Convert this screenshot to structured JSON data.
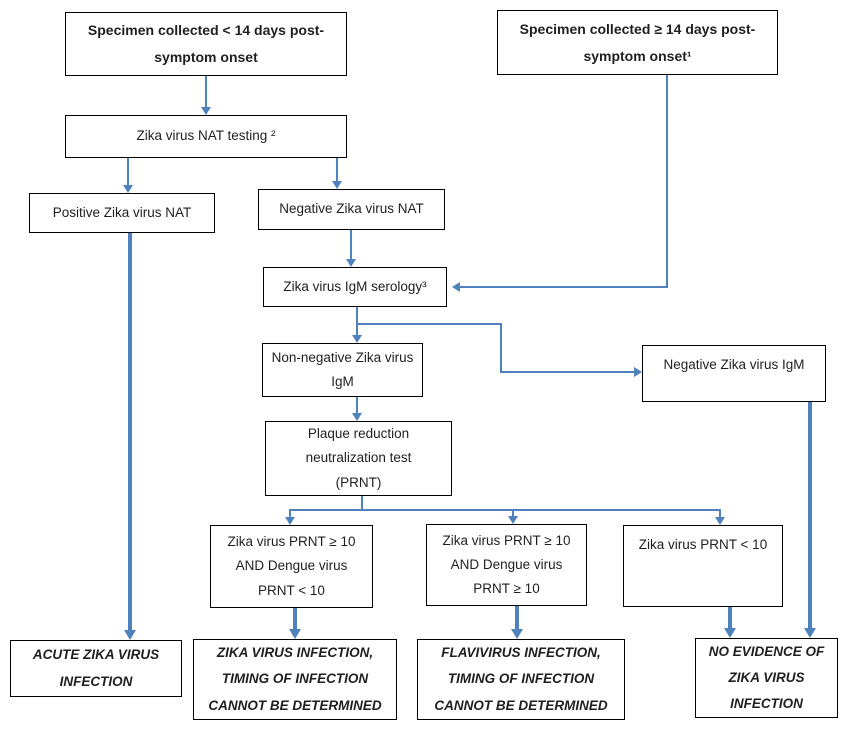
{
  "colors": {
    "connector": "#4f81bd",
    "box_border": "#000000",
    "text": "#1f1f1f"
  },
  "nodes": {
    "specimen_lt14": {
      "text": "Specimen collected < 14 days post-\nsymptom onset"
    },
    "specimen_gte14": {
      "text": "Specimen collected ≥ 14 days post-\nsymptom onset¹"
    },
    "nat_testing": {
      "text": "Zika virus NAT testing ²"
    },
    "positive_nat": {
      "text": "Positive Zika virus NAT"
    },
    "negative_nat": {
      "text": "Negative Zika virus NAT"
    },
    "igm_serology": {
      "text": "Zika virus IgM serology³"
    },
    "nonneg_igm": {
      "text": "Non-negative Zika virus\nIgM"
    },
    "negative_igm": {
      "text": "Negative Zika virus IgM"
    },
    "prnt": {
      "text": "Plaque reduction\nneutralization test\n(PRNT)"
    },
    "zika_pos_dengue_neg": {
      "text": "Zika virus PRNT ≥ 10\nAND Dengue virus\nPRNT < 10"
    },
    "zika_pos_dengue_pos": {
      "text": "Zika virus PRNT ≥ 10\nAND Dengue virus\nPRNT ≥ 10"
    },
    "zika_prnt_neg": {
      "text": "Zika virus PRNT < 10"
    },
    "acute_zika": {
      "text": "ACUTE ZIKA VIRUS\nINFECTION"
    },
    "zika_timing": {
      "text": "ZIKA VIRUS INFECTION,\nTIMING OF INFECTION\nCANNOT BE DETERMINED"
    },
    "flavivirus": {
      "text": "FLAVIVIRUS INFECTION,\nTIMING OF INFECTION\nCANNOT BE DETERMINED"
    },
    "no_evidence": {
      "text": "NO EVIDENCE OF\nZIKA VIRUS\nINFECTION"
    }
  }
}
